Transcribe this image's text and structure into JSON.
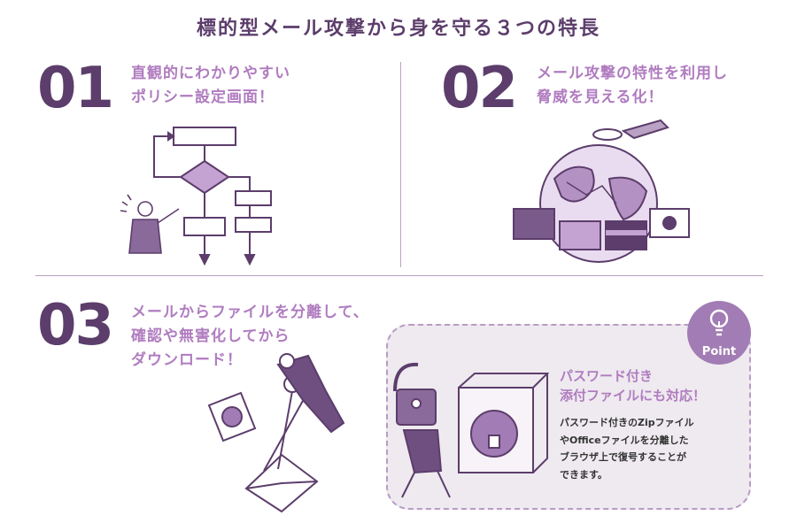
{
  "title": "標的型メール攻撃から身を守る３つの特長",
  "features": [
    {
      "number": "01",
      "lines": [
        "直観的にわかりやすい",
        "ポリシー設定画面！"
      ]
    },
    {
      "number": "02",
      "lines": [
        "メール攻撃の特性を利用し",
        "脅威を見える化！"
      ]
    },
    {
      "number": "03",
      "lines": [
        "メールからファイルを分離して、",
        "確認や無害化してから",
        "ダウンロード！"
      ]
    }
  ],
  "point": {
    "badge": "Point",
    "title_lines": [
      "パスワード付き",
      "添付ファイルにも対応！"
    ],
    "body_lines": [
      "パスワード付きのZipファイル",
      "やOfficeファイルを分離した",
      "ブラウザ上で復号することが",
      "できます。"
    ]
  },
  "colors": {
    "dark": "#5c3d6b",
    "accent": "#b07cc0",
    "light": "#d8c2e0",
    "box": "#eeeaef"
  }
}
